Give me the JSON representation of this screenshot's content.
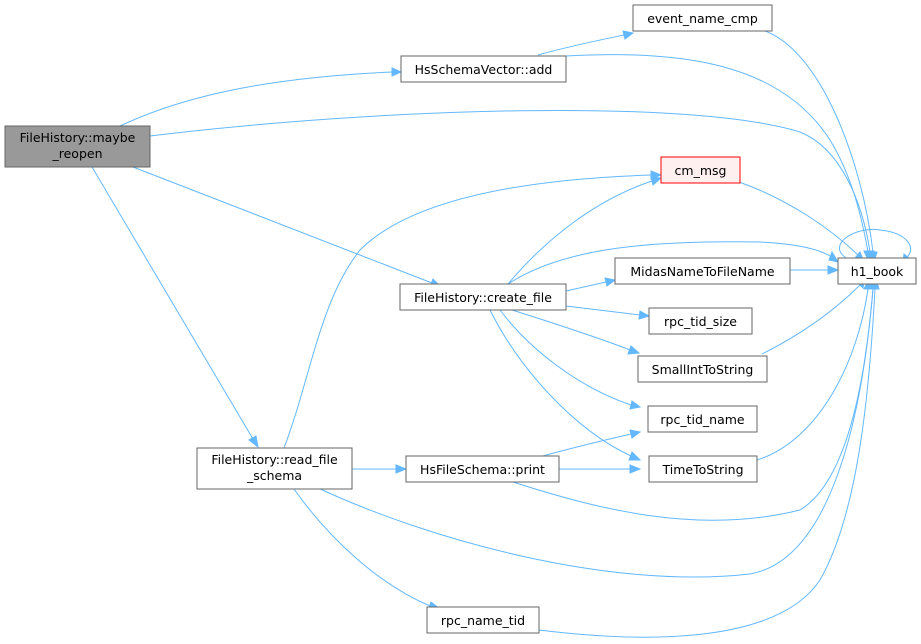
{
  "graph": {
    "type": "call-graph",
    "colors": {
      "edge": "#63b8ff",
      "root_fill": "#999999",
      "warn_stroke": "#ff0000",
      "warn_fill": "#fff0f0",
      "node_stroke": "#666666"
    },
    "nodes": {
      "maybe_reopen": {
        "label": [
          "FileHistory::maybe",
          "_reopen"
        ]
      },
      "hs_add": {
        "label": [
          "HsSchemaVector::add"
        ]
      },
      "event_cmp": {
        "label": [
          "event_name_cmp"
        ]
      },
      "cm_msg": {
        "label": [
          "cm_msg"
        ]
      },
      "create_file": {
        "label": [
          "FileHistory::create_file"
        ]
      },
      "midas2file": {
        "label": [
          "MidasNameToFileName"
        ]
      },
      "rpc_tid_size": {
        "label": [
          "rpc_tid_size"
        ]
      },
      "smallint": {
        "label": [
          "SmallIntToString"
        ]
      },
      "rpc_tid_name": {
        "label": [
          "rpc_tid_name"
        ]
      },
      "timetostring": {
        "label": [
          "TimeToString"
        ]
      },
      "read_schema": {
        "label": [
          "FileHistory::read_file",
          "_schema"
        ]
      },
      "hs_print": {
        "label": [
          "HsFileSchema::print"
        ]
      },
      "rpc_name_tid": {
        "label": [
          "rpc_name_tid"
        ]
      },
      "h1_book": {
        "label": [
          "h1_book"
        ]
      }
    },
    "edges": [
      [
        "maybe_reopen",
        "hs_add"
      ],
      [
        "maybe_reopen",
        "h1_book"
      ],
      [
        "maybe_reopen",
        "create_file"
      ],
      [
        "maybe_reopen",
        "read_schema"
      ],
      [
        "hs_add",
        "event_cmp"
      ],
      [
        "hs_add",
        "h1_book"
      ],
      [
        "event_cmp",
        "h1_book"
      ],
      [
        "cm_msg",
        "h1_book"
      ],
      [
        "create_file",
        "cm_msg"
      ],
      [
        "create_file",
        "h1_book"
      ],
      [
        "create_file",
        "midas2file"
      ],
      [
        "create_file",
        "rpc_tid_size"
      ],
      [
        "create_file",
        "smallint"
      ],
      [
        "create_file",
        "rpc_tid_name"
      ],
      [
        "create_file",
        "timetostring"
      ],
      [
        "midas2file",
        "h1_book"
      ],
      [
        "smallint",
        "h1_book"
      ],
      [
        "timetostring",
        "h1_book"
      ],
      [
        "h1_book",
        "h1_book"
      ],
      [
        "read_schema",
        "cm_msg"
      ],
      [
        "read_schema",
        "hs_print"
      ],
      [
        "read_schema",
        "h1_book"
      ],
      [
        "read_schema",
        "rpc_name_tid"
      ],
      [
        "hs_print",
        "rpc_tid_name"
      ],
      [
        "hs_print",
        "timetostring"
      ],
      [
        "hs_print",
        "h1_book"
      ],
      [
        "rpc_name_tid",
        "h1_book"
      ]
    ]
  }
}
